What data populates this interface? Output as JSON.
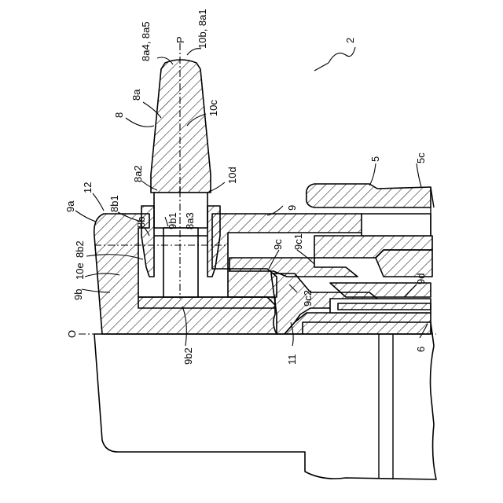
{
  "labels": [
    {
      "id": "2",
      "text": "2"
    },
    {
      "id": "8a4-8a5",
      "text": "8a4, 8a5"
    },
    {
      "id": "P",
      "text": "P"
    },
    {
      "id": "10b-10a1",
      "text": "10b, 8a1"
    },
    {
      "id": "8a",
      "text": "8a"
    },
    {
      "id": "8",
      "text": "8"
    },
    {
      "id": "10c",
      "text": "10c"
    },
    {
      "id": "8a2",
      "text": "8a2"
    },
    {
      "id": "10d",
      "text": "10d"
    },
    {
      "id": "12",
      "text": "12"
    },
    {
      "id": "9a",
      "text": "9a"
    },
    {
      "id": "8b1",
      "text": "8b1"
    },
    {
      "id": "8b",
      "text": "8b"
    },
    {
      "id": "9b1",
      "text": "9b1"
    },
    {
      "id": "8a3",
      "text": "8a3"
    },
    {
      "id": "9",
      "text": "9"
    },
    {
      "id": "5",
      "text": "5"
    },
    {
      "id": "5c",
      "text": "5c"
    },
    {
      "id": "8b2",
      "text": "8b2"
    },
    {
      "id": "10e",
      "text": "10e"
    },
    {
      "id": "9b",
      "text": "9b"
    },
    {
      "id": "9c",
      "text": "9c"
    },
    {
      "id": "9c1",
      "text": "9c1"
    },
    {
      "id": "9c2",
      "text": "9c2"
    },
    {
      "id": "9d",
      "text": "9d"
    },
    {
      "id": "9b2",
      "text": "9b2"
    },
    {
      "id": "O",
      "text": "O"
    },
    {
      "id": "11",
      "text": "11"
    },
    {
      "id": "6",
      "text": "6"
    }
  ]
}
